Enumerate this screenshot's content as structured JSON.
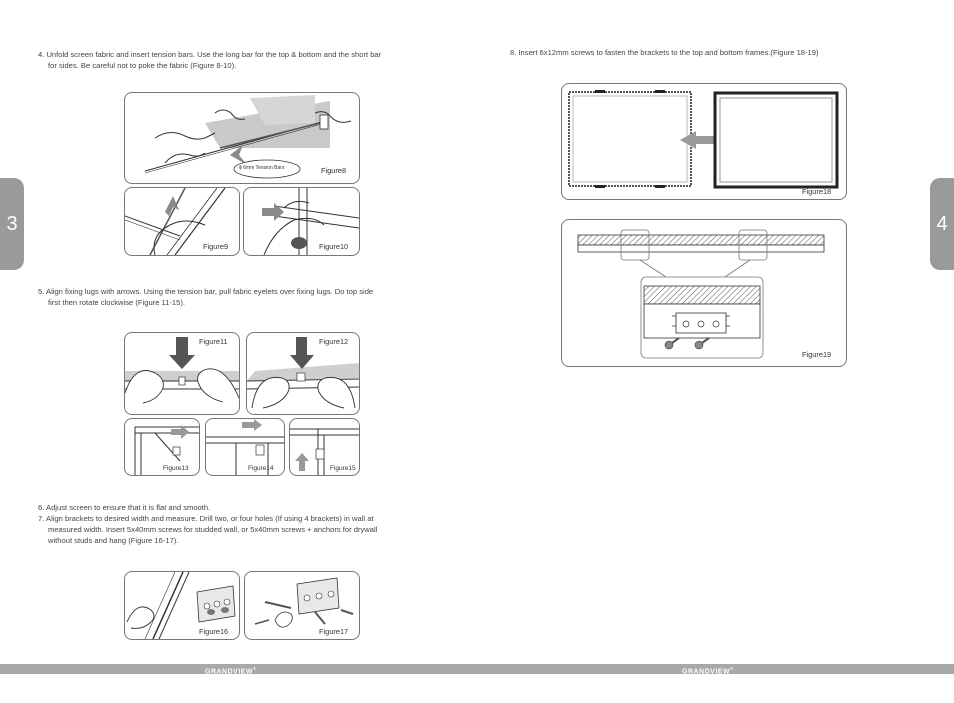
{
  "pages": {
    "left_number": "3",
    "right_number": "4"
  },
  "brand": {
    "name": "GRANDVIEW",
    "mark": "®"
  },
  "steps": {
    "s4_line1": "4. Unfold screen fabric and insert tension bars. Use the long bar for the top & bottom and the short bar",
    "s4_line2": "for sides. Be careful not to poke the fabric (Figure 8-10).",
    "s5_line1": "5. Align fixing lugs with arrows. Using the tension bar, pull fabric eyelets over fixing lugs. Do top side",
    "s5_line2": "first then rotate clockwise (Figure 11-15).",
    "s6_line1": "6. Adjust screen to ensure that it is flat and smooth.",
    "s7_line1": "7. Align brackets to desired width and measure. Drill two, or four holes (If using 4 brackets) in wall at",
    "s7_line2": "measured width. Insert 5x40mm screws for studded wall, or 5x40mm screws + anchors for drywall",
    "s7_line3": "without studs and hang (Figure 16-17).",
    "s8_line1": "8. Insert 6x12mm screws to fasten the brackets to the top and bottom frames.(Figure 18-19)"
  },
  "figures": {
    "f8": "Figure8",
    "f8_label": "ɸ 6mm Tension Bars",
    "f9": "Figure9",
    "f10": "Figure10",
    "f11": "Figure11",
    "f12": "Figure12",
    "f13": "Figure13",
    "f14": "Figure14",
    "f15": "Figure15",
    "f16": "Figure16",
    "f17": "Figure17",
    "f18": "Figure18",
    "f19": "Figure19"
  }
}
